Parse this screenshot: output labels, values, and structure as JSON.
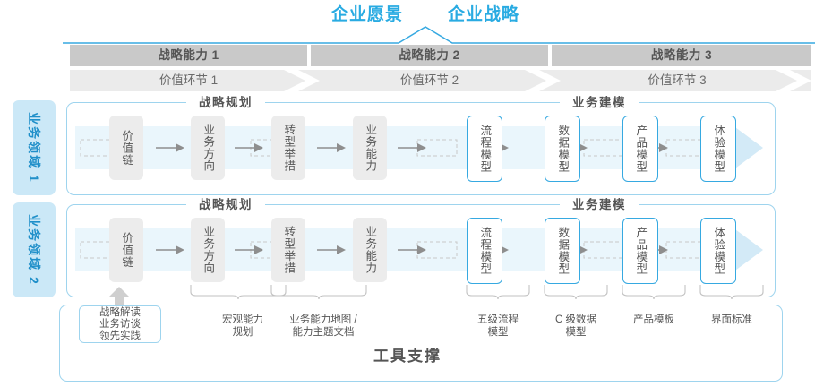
{
  "header": {
    "vision_title": "企业愿景",
    "strategy_title": "企业战略"
  },
  "capabilities": [
    {
      "label": "战略能力 1"
    },
    {
      "label": "战略能力 2"
    },
    {
      "label": "战略能力 3"
    }
  ],
  "value_chain": [
    {
      "label": "价值环节 1"
    },
    {
      "label": "价值环节 2"
    },
    {
      "label": "价值环节 3"
    }
  ],
  "domains": [
    {
      "label": "业务领域 1"
    },
    {
      "label": "业务领域 2"
    }
  ],
  "sections": {
    "strategic_planning": "战略规划",
    "business_modeling": "业务建模"
  },
  "nodes": [
    {
      "label": "价值链",
      "style": "gray"
    },
    {
      "label": "业务方向",
      "style": "gray"
    },
    {
      "label": "转型举措",
      "style": "gray"
    },
    {
      "label": "业务能力",
      "style": "gray"
    },
    {
      "label": "流程模型",
      "style": "blue"
    },
    {
      "label": "数据模型",
      "style": "blue"
    },
    {
      "label": "产品模型",
      "style": "blue"
    },
    {
      "label": "体验模型",
      "style": "blue"
    }
  ],
  "input_box": {
    "line1": "战略解读",
    "line2": "业务访谈",
    "line3": "领先实践"
  },
  "tool_outputs": [
    {
      "line1": "宏观能力",
      "line2": "规划"
    },
    {
      "line1": "业务能力地图 /",
      "line2": "能力主题文档"
    },
    {
      "line1": "五级流程",
      "line2": "模型"
    },
    {
      "line1": "C 级数据",
      "line2": "模型"
    },
    {
      "line1": "产品模板",
      "line2": ""
    },
    {
      "line1": "界面标准",
      "line2": ""
    }
  ],
  "tool_support_title": "工具支撑",
  "colors": {
    "accent_blue": "#29abe2",
    "band_blue": "#eaf6fc",
    "badge_blue": "#cbe8f7",
    "bar_gray": "#c9c9c9",
    "band_gray": "#ebebeb",
    "node_gray": "#ececec"
  }
}
